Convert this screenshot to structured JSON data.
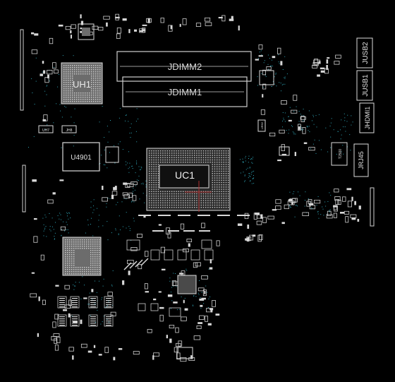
{
  "colors": {
    "background": "#000000",
    "outline": "#cfcfcf",
    "pad": "#d8d8d8",
    "chip_fill": "#7a7a7a",
    "text": "#e0e0e0",
    "via": "#2fa6b8",
    "trace_red": "#b03030"
  },
  "components": {
    "jdimm2": "JDIMM2",
    "jdimm1": "JDIMM1",
    "uh1": "UH1",
    "uc1": "UC1",
    "u4901": "U4901",
    "uh7": "UH7",
    "jh8": "JH8",
    "jusb2": "JUSB2",
    "jusb1": "JUSB1",
    "jhdmi1": "JHDMI1",
    "jrj45": "JRJ45",
    "t2500": "T2500",
    "small_ic_right": "UR92"
  }
}
